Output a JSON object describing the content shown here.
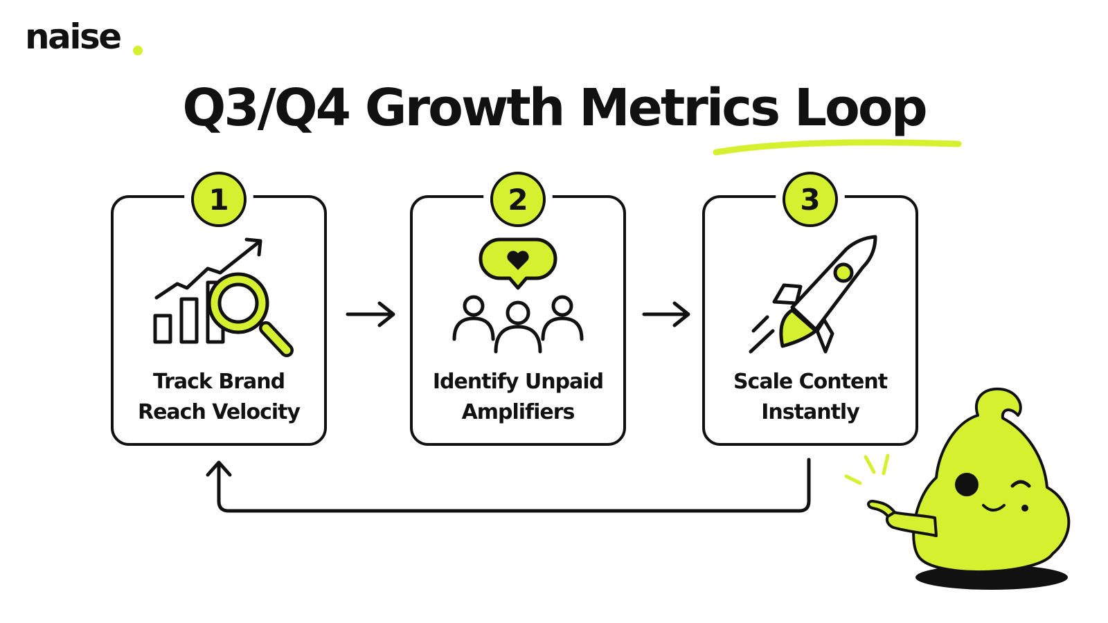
{
  "brand": {
    "logo_text": "naise",
    "accent_color": "#d4f02e",
    "ink_color": "#111111"
  },
  "title": "Q3/Q4 Growth Metrics Loop",
  "steps": [
    {
      "number": "1",
      "label": "Track Brand\nReach Velocity",
      "icon": "chart-magnifier-icon"
    },
    {
      "number": "2",
      "label": "Identify Unpaid\nAmplifiers",
      "icon": "community-heart-icon"
    },
    {
      "number": "3",
      "label": "Scale Content\nInstantly",
      "icon": "rocket-icon"
    }
  ],
  "connectors": [
    "arrow-right",
    "arrow-right",
    "loop-back-arrow"
  ],
  "mascot": {
    "icon": "pointing-blob-mascot-icon"
  }
}
